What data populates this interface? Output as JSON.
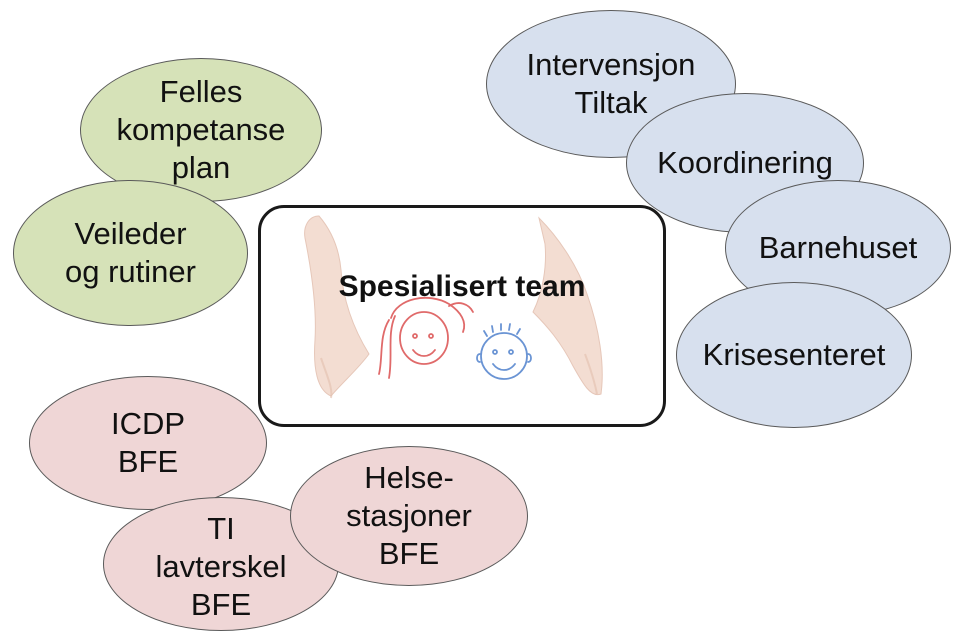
{
  "center": {
    "title": "Spesialisert team"
  },
  "nodes": {
    "felles_kompetanseplan": [
      "Felles",
      "kompetanse",
      "plan"
    ],
    "veileder_rutiner": [
      "Veileder",
      "og rutiner"
    ],
    "intervensjon_tiltak": [
      "Intervensjon",
      "Tiltak"
    ],
    "koordinering": [
      "Koordinering"
    ],
    "barnehuset": [
      "Barnehuset"
    ],
    "krisesenteret": [
      "Krisesenteret"
    ],
    "icdp_bfe": [
      "ICDP",
      "BFE"
    ],
    "helsestasjoner_bfe": [
      "Helse-",
      "stasjoner",
      "BFE"
    ],
    "ti_lavterskel_bfe": [
      "TI",
      "lavterskel",
      "BFE"
    ]
  },
  "colors": {
    "green_fill": "#d6e2b8",
    "blue_fill": "#d7e0ee",
    "pink_fill": "#efd6d6",
    "outline": "#5a5a5a",
    "center_border": "#1a1a1a"
  }
}
